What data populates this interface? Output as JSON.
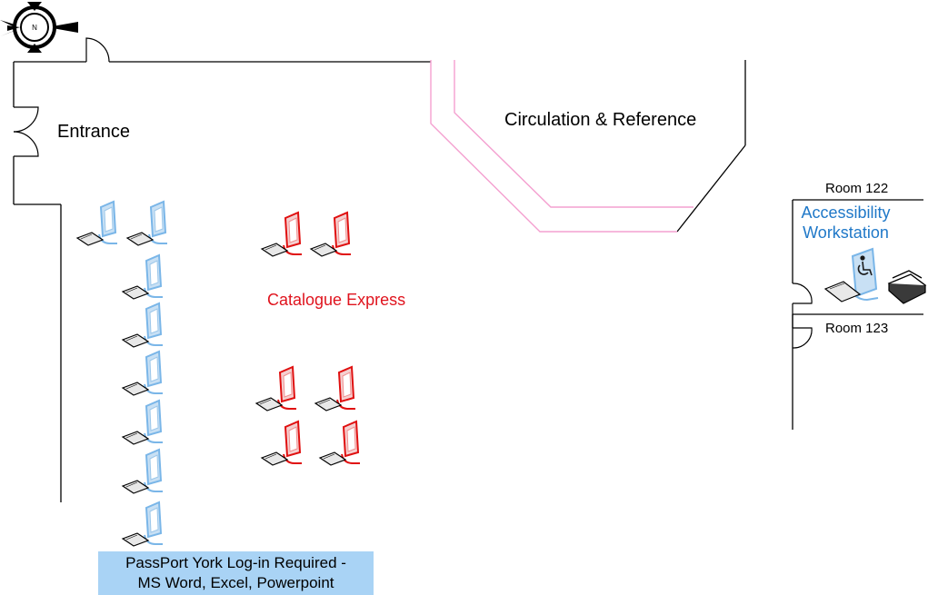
{
  "labels": {
    "entrance": "Entrance",
    "circulation": "Circulation & Reference",
    "room_122": "Room 122",
    "room_123": "Room 123",
    "accessibility": "Accessibility Workstation",
    "catalogue": "Catalogue Express",
    "passport_line1": "PassPort York Log-in Required -",
    "passport_line2": "MS Word, Excel, Powerpoint",
    "compass_letter": "N"
  },
  "colors": {
    "walls": "#000000",
    "counter": "#f4a0d0",
    "passport_computer": "#7ab6e8",
    "catalogue_computer": "#e01010",
    "catalogue_text": "#e0141e",
    "accessibility_text": "#1f78c8",
    "passport_box": "#a9d3f5"
  },
  "icons": {
    "compass": "compass-icon",
    "computer": "computer-icon",
    "wheelchair": "wheelchair-icon",
    "scanner": "scanner-icon"
  },
  "counts": {
    "passport_computers": 8,
    "catalogue_computers": 6,
    "accessibility_computers": 1
  }
}
